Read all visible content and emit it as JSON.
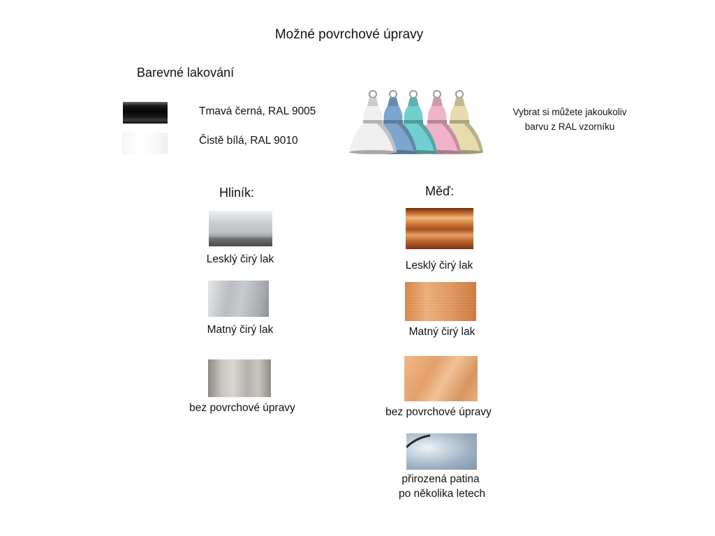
{
  "title": "Možné povrchové úpravy",
  "paint": {
    "heading": "Barevné lakování",
    "options": [
      {
        "label": "Tmavá černá, RAL 9005"
      },
      {
        "label": "Čistě bílá, RAL 9010"
      }
    ],
    "ral_note": {
      "line1": "Vybrat si můžete jakoukoliv",
      "line2": "barvu z RAL vzorníku"
    },
    "lamp_colors": [
      "#f0f0f0",
      "#7aa6cf",
      "#6fd0cf",
      "#f1b3c9",
      "#e6dcae"
    ]
  },
  "aluminium": {
    "heading": "Hliník:",
    "finishes": [
      {
        "label": "Lesklý čirý lak"
      },
      {
        "label": "Matný čirý lak"
      },
      {
        "label": "bez povrchové úpravy"
      }
    ]
  },
  "copper": {
    "heading": "Měď:",
    "finishes": [
      {
        "label": "Lesklý čirý lak"
      },
      {
        "label": "Matný čirý lak"
      },
      {
        "label": "bez povrchové úpravy"
      },
      {
        "label_line1": "přirozená patina",
        "label_line2": "po několika letech"
      }
    ]
  }
}
